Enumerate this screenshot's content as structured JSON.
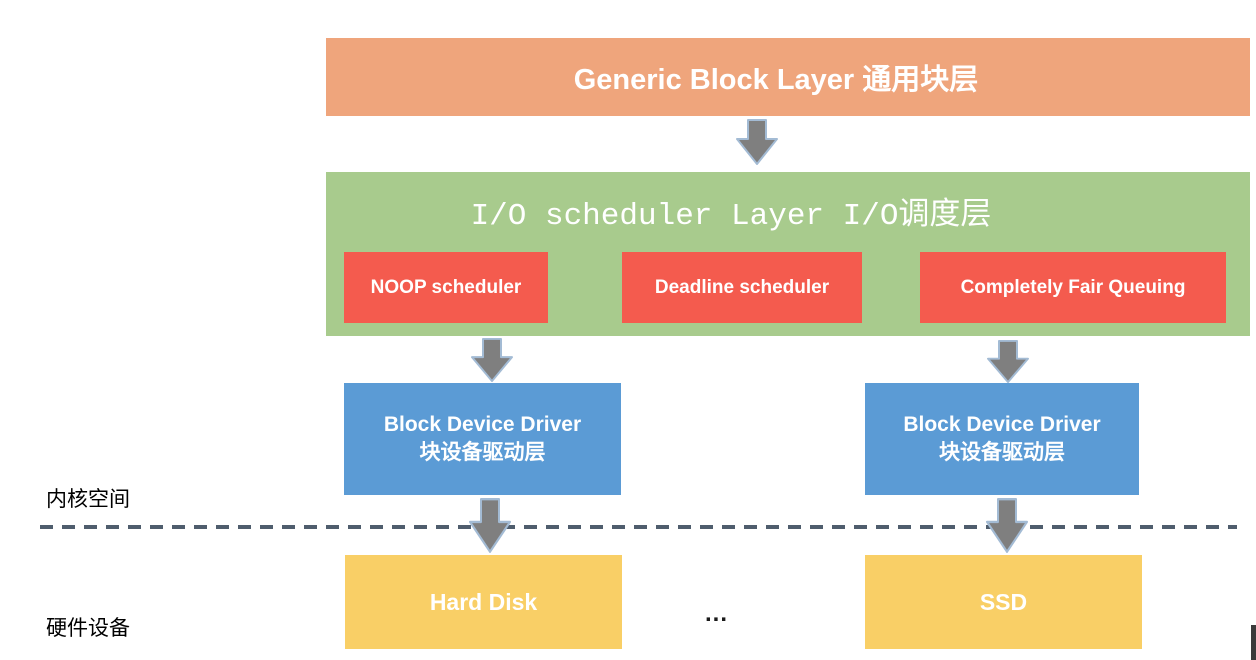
{
  "diagram": {
    "generic_block_layer": {
      "label": "Generic Block Layer 通用块层",
      "color": "#EFA57C"
    },
    "io_scheduler_layer": {
      "label": "I/O scheduler Layer I/O调度层",
      "color": "#A8CB8D"
    },
    "schedulers": [
      {
        "label": "NOOP scheduler"
      },
      {
        "label": "Deadline scheduler"
      },
      {
        "label": "Completely Fair Queuing"
      }
    ],
    "scheduler_color": "#F45B4E",
    "drivers": [
      {
        "line1": "Block Device Driver",
        "line2": "块设备驱动层"
      },
      {
        "line1": "Block Device Driver",
        "line2": "块设备驱动层"
      }
    ],
    "driver_color": "#5B9BD5",
    "devices": [
      {
        "label": "Hard Disk"
      },
      {
        "label": "SSD"
      }
    ],
    "device_color": "#F9CF66",
    "ellipsis": "...",
    "region_labels": {
      "kernel": "内核空间",
      "hardware": "硬件设备"
    },
    "arrow_color": "#7F7F7F",
    "boundary_color": "#4F5D6D"
  }
}
